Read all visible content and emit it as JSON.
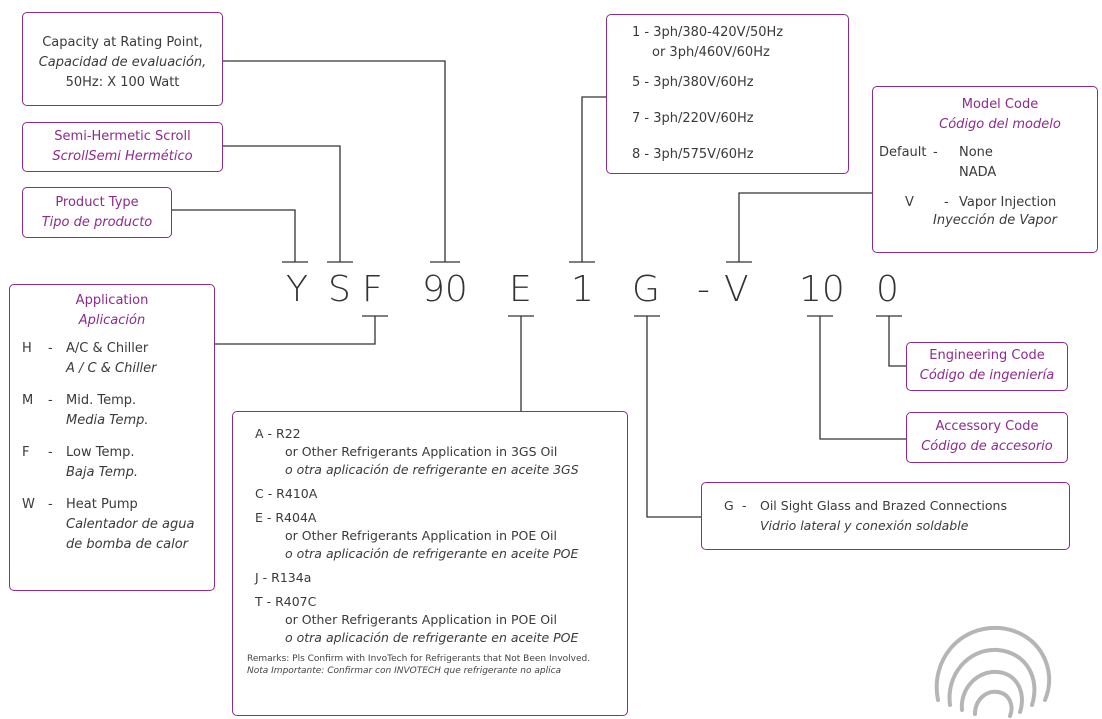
{
  "model_code": {
    "chars": [
      "Y",
      "S",
      "F",
      "90",
      "E",
      "1",
      "G",
      "-",
      "V",
      "10",
      "0"
    ]
  },
  "capacity": {
    "line1": "Capacity at Rating Point,",
    "line2": "Capacidad de evaluación,",
    "line3": "50Hz: X 100 Watt"
  },
  "semi_hermetic": {
    "en": "Semi-Hermetic Scroll",
    "es": "ScrollSemi Hermético"
  },
  "product_type": {
    "en": "Product Type",
    "es": "Tipo de producto"
  },
  "voltage": {
    "items": [
      {
        "line1": "1 - 3ph/380-420V/50Hz",
        "line2": "or 3ph/460V/60Hz"
      },
      {
        "line1": "5 - 3ph/380V/60Hz",
        "line2": ""
      },
      {
        "line1": "7 - 3ph/220V/60Hz",
        "line2": ""
      },
      {
        "line1": "8 - 3ph/575V/60Hz",
        "line2": ""
      }
    ]
  },
  "model_box": {
    "title_en": "Model Code",
    "title_es": "Código del modelo",
    "default_key": "Default",
    "dash": "-",
    "default_en": "None",
    "default_es": "NADA",
    "v_key": "V",
    "v_en": "Vapor Injection",
    "v_es": "Inyección de Vapor"
  },
  "application": {
    "title_en": "Application",
    "title_es": "Aplicación",
    "items": [
      {
        "key": "H",
        "en": "A/C & Chiller",
        "es": "A / C & Chiller",
        "es2": ""
      },
      {
        "key": "M",
        "en": "Mid. Temp.",
        "es": "Media Temp.",
        "es2": ""
      },
      {
        "key": "F",
        "en": "Low Temp.",
        "es": "Baja Temp.",
        "es2": ""
      },
      {
        "key": "W",
        "en": "Heat Pump",
        "es": "Calentador de agua",
        "es2": "de bomba de calor"
      }
    ]
  },
  "refrigerant": {
    "items": [
      {
        "code": "A - R22",
        "en": "or Other Refrigerants Application in 3GS Oil",
        "es": "o otra aplicación de refrigerante en aceite 3GS"
      },
      {
        "code": "C - R410A",
        "en": "",
        "es": ""
      },
      {
        "code": "E - R404A",
        "en": "or Other Refrigerants Application in POE Oil",
        "es": "o otra aplicación de refrigerante en aceite POE"
      },
      {
        "code": "J - R134a",
        "en": "",
        "es": ""
      },
      {
        "code": "T - R407C",
        "en": "or Other Refrigerants Application in POE Oil",
        "es": "o otra aplicación de refrigerante en aceite POE"
      }
    ],
    "remarks_en": "Remarks: Pls Confirm with InvoTech for Refrigerants that Not Been Involved.",
    "remarks_es": "Nota Importante: Confirmar con INVOTECH que refrigerante no aplica"
  },
  "connection": {
    "key": "G",
    "dash": "-",
    "en": "Oil Sight Glass and Brazed Connections",
    "es": "Vidrio lateral y conexión soldable"
  },
  "engineering": {
    "en": "Engineering Code",
    "es": "Código de ingeniería"
  },
  "accessory": {
    "en": "Accessory Code",
    "es": "Código de accesorio"
  },
  "colors": {
    "accent": "#8d2b8d",
    "text": "#3a3a3a",
    "line": "#333333",
    "logo": "#b5b5b5"
  }
}
